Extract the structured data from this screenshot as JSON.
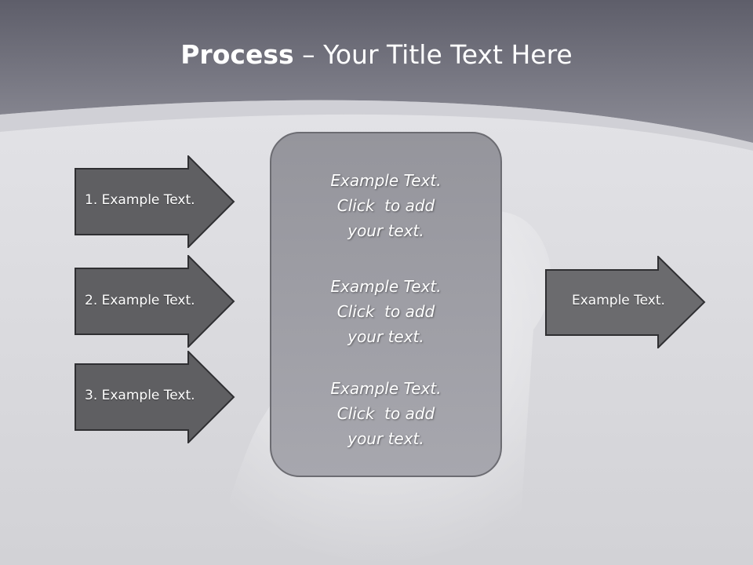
{
  "slide": {
    "title_bold": "Process",
    "title_rest": " – Your Title Text Here"
  },
  "left_arrows": [
    {
      "label": "1. Example Text."
    },
    {
      "label": "2. Example Text."
    },
    {
      "label": "3. Example Text."
    }
  ],
  "center_box": {
    "items": [
      {
        "text": "Example Text.\nClick  to add\nyour text."
      },
      {
        "text": "Example Text.\nClick  to add\nyour text."
      },
      {
        "text": "Example Text.\nClick  to add\nyour text."
      }
    ]
  },
  "right_arrow": {
    "label": "Example Text."
  },
  "colors": {
    "header_band": "#7a7a84",
    "left_arrow_fill": "#5f5f62",
    "right_arrow_fill": "#6b6b6e",
    "center_box_fill": "#9e9ea5",
    "arrow_border": "#2f2f32"
  }
}
